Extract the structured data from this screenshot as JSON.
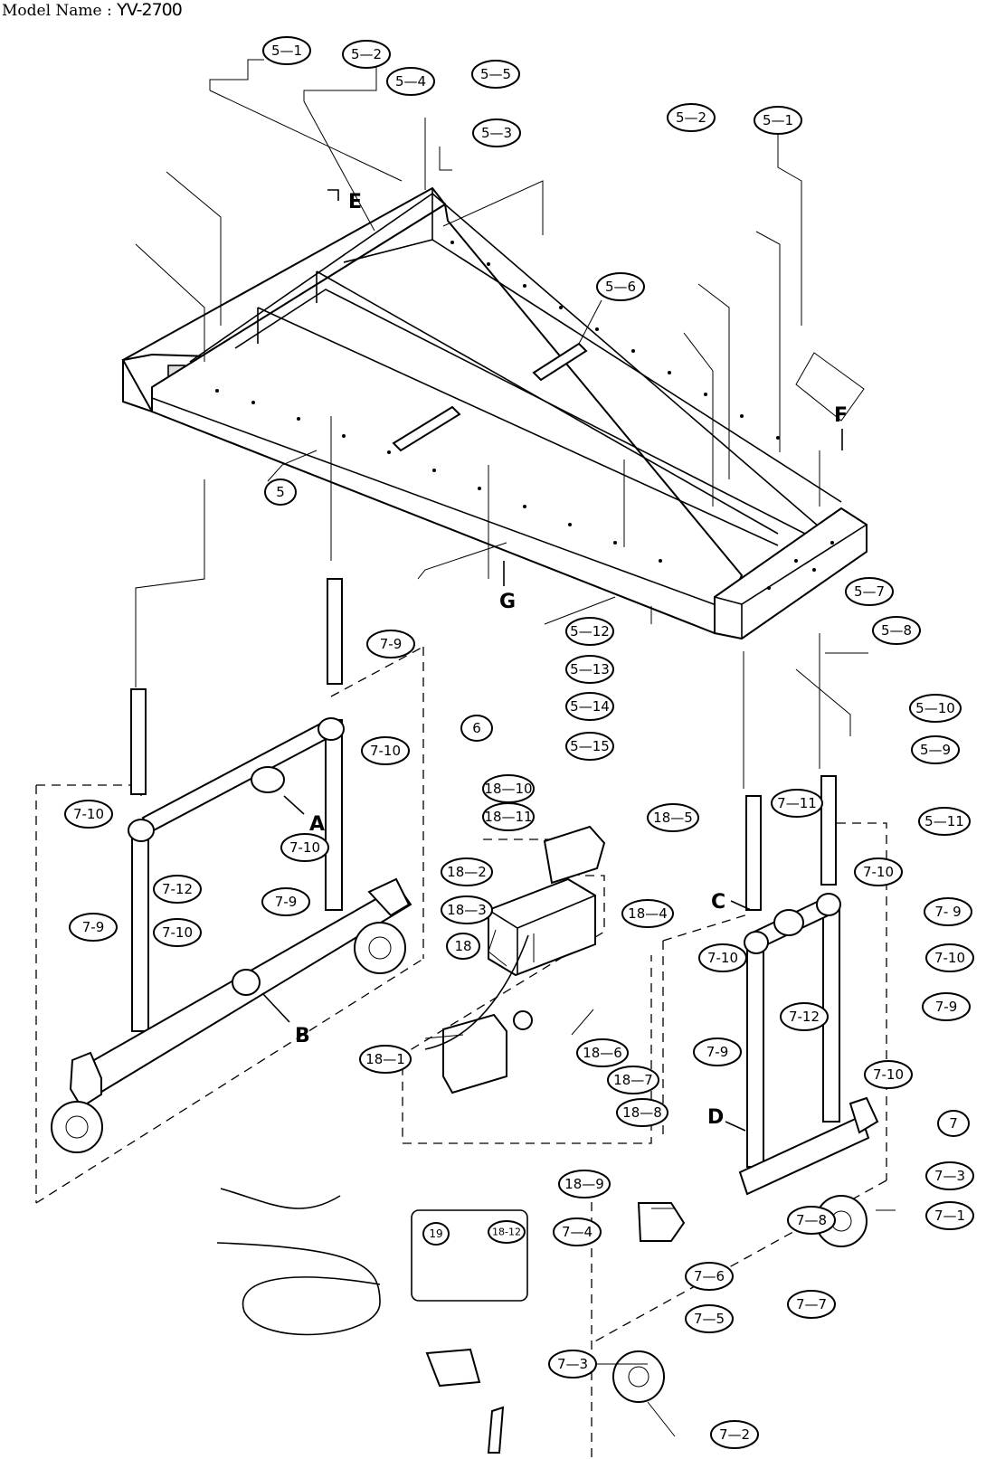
{
  "header": {
    "label": "Model Name : ",
    "model": "YV-2700"
  },
  "callouts": [
    {
      "id": "c-5-1a",
      "text": "5—1"
    },
    {
      "id": "c-5-2a",
      "text": "5—2"
    },
    {
      "id": "c-5-4",
      "text": "5—4"
    },
    {
      "id": "c-5-5",
      "text": "5—5"
    },
    {
      "id": "c-5-3",
      "text": "5—3"
    },
    {
      "id": "c-5-2b",
      "text": "5—2"
    },
    {
      "id": "c-5-1b",
      "text": "5—1"
    },
    {
      "id": "c-5-6",
      "text": "5—6"
    },
    {
      "id": "c-5",
      "text": "5"
    },
    {
      "id": "c-7-9a",
      "text": "7-9"
    },
    {
      "id": "c-7-10a",
      "text": "7-10"
    },
    {
      "id": "c-6",
      "text": "6"
    },
    {
      "id": "c-7-10b",
      "text": "7-10"
    },
    {
      "id": "c-7-10c",
      "text": "7-10"
    },
    {
      "id": "c-7-12a",
      "text": "7-12"
    },
    {
      "id": "c-7-9b",
      "text": "7-9"
    },
    {
      "id": "c-7-10d",
      "text": "7-10"
    },
    {
      "id": "c-7-9c",
      "text": "7-9"
    },
    {
      "id": "c-5-12",
      "text": "5—12"
    },
    {
      "id": "c-5-13",
      "text": "5—13"
    },
    {
      "id": "c-5-14",
      "text": "5—14"
    },
    {
      "id": "c-5-15",
      "text": "5—15"
    },
    {
      "id": "c-5-7",
      "text": "5—7"
    },
    {
      "id": "c-5-8",
      "text": "5—8"
    },
    {
      "id": "c-5-10",
      "text": "5—10"
    },
    {
      "id": "c-5-9",
      "text": "5—9"
    },
    {
      "id": "c-5-11",
      "text": "5—11"
    },
    {
      "id": "c-18-10",
      "text": "18—10"
    },
    {
      "id": "c-18-11",
      "text": "18—11"
    },
    {
      "id": "c-18-5",
      "text": "18—5"
    },
    {
      "id": "c-18-2",
      "text": "18—2"
    },
    {
      "id": "c-18-3",
      "text": "18—3"
    },
    {
      "id": "c-18-4",
      "text": "18—4"
    },
    {
      "id": "c-18",
      "text": "18"
    },
    {
      "id": "c-7-11",
      "text": "7—11"
    },
    {
      "id": "c-7-10e",
      "text": "7-10"
    },
    {
      "id": "c-7-9d",
      "text": "7- 9"
    },
    {
      "id": "c-7-10f",
      "text": "7-10"
    },
    {
      "id": "c-7-10g",
      "text": "7-10"
    },
    {
      "id": "c-7-9e",
      "text": "7-9"
    },
    {
      "id": "c-7-9f",
      "text": "7-9"
    },
    {
      "id": "c-7-12b",
      "text": "7-12"
    },
    {
      "id": "c-7-10h",
      "text": "7-10"
    },
    {
      "id": "c-18-1",
      "text": "18—1"
    },
    {
      "id": "c-18-6",
      "text": "18—6"
    },
    {
      "id": "c-18-7",
      "text": "18—7"
    },
    {
      "id": "c-18-8",
      "text": "18—8"
    },
    {
      "id": "c-18-9",
      "text": "18—9"
    },
    {
      "id": "c-7",
      "text": "7"
    },
    {
      "id": "c-7-3a",
      "text": "7—3"
    },
    {
      "id": "c-7-8",
      "text": "7—8"
    },
    {
      "id": "c-7-1",
      "text": "7—1"
    },
    {
      "id": "c-7-4",
      "text": "7—4"
    },
    {
      "id": "c-7-6",
      "text": "7—6"
    },
    {
      "id": "c-7-5",
      "text": "7—5"
    },
    {
      "id": "c-7-7",
      "text": "7—7"
    },
    {
      "id": "c-7-3b",
      "text": "7—3"
    },
    {
      "id": "c-7-2",
      "text": "7—2"
    },
    {
      "id": "c-19",
      "text": "19"
    },
    {
      "id": "c-18-12",
      "text": "18-12"
    }
  ],
  "ref_letters": {
    "A": "A",
    "B": "B",
    "C": "C",
    "D": "D",
    "E": "E",
    "F": "F",
    "G": "G"
  }
}
